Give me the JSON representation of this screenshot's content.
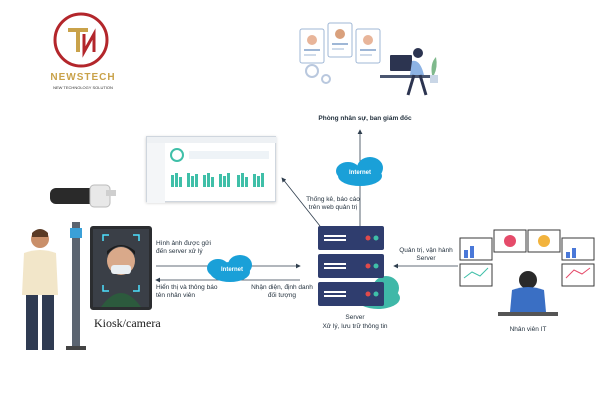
{
  "logo": {
    "brand": "NEWSTECH",
    "tagline": "NEW TECHNOLOGY SOLUTION",
    "colors": {
      "red": "#b3262b",
      "gold": "#c9a24a"
    }
  },
  "nodes": {
    "hr": "Phòng nhân sự, ban giám đốc",
    "kiosk": "Kiosk/camera",
    "server_title": "Server",
    "server_sub": "Xử lý, lưu trữ thông tin",
    "it": "Nhân viên IT"
  },
  "clouds": {
    "left": "Internet",
    "top": "Internet"
  },
  "arrows": {
    "send_image": "Hình ảnh được gửi đến server xử lý",
    "display_name": "Hiển thị và thông báo tên nhân viên",
    "identify": "Nhận diện, định danh đối tượng",
    "stats": "Thống kê, báo cáo trên web quản trị",
    "admin": "Quản trị, vận hành Server"
  },
  "colors": {
    "arrow": "#2f3e4e",
    "cloud": "#1aa0d8",
    "server": "#2f3d6e",
    "dashboard_bar": "#3fbfa8"
  }
}
